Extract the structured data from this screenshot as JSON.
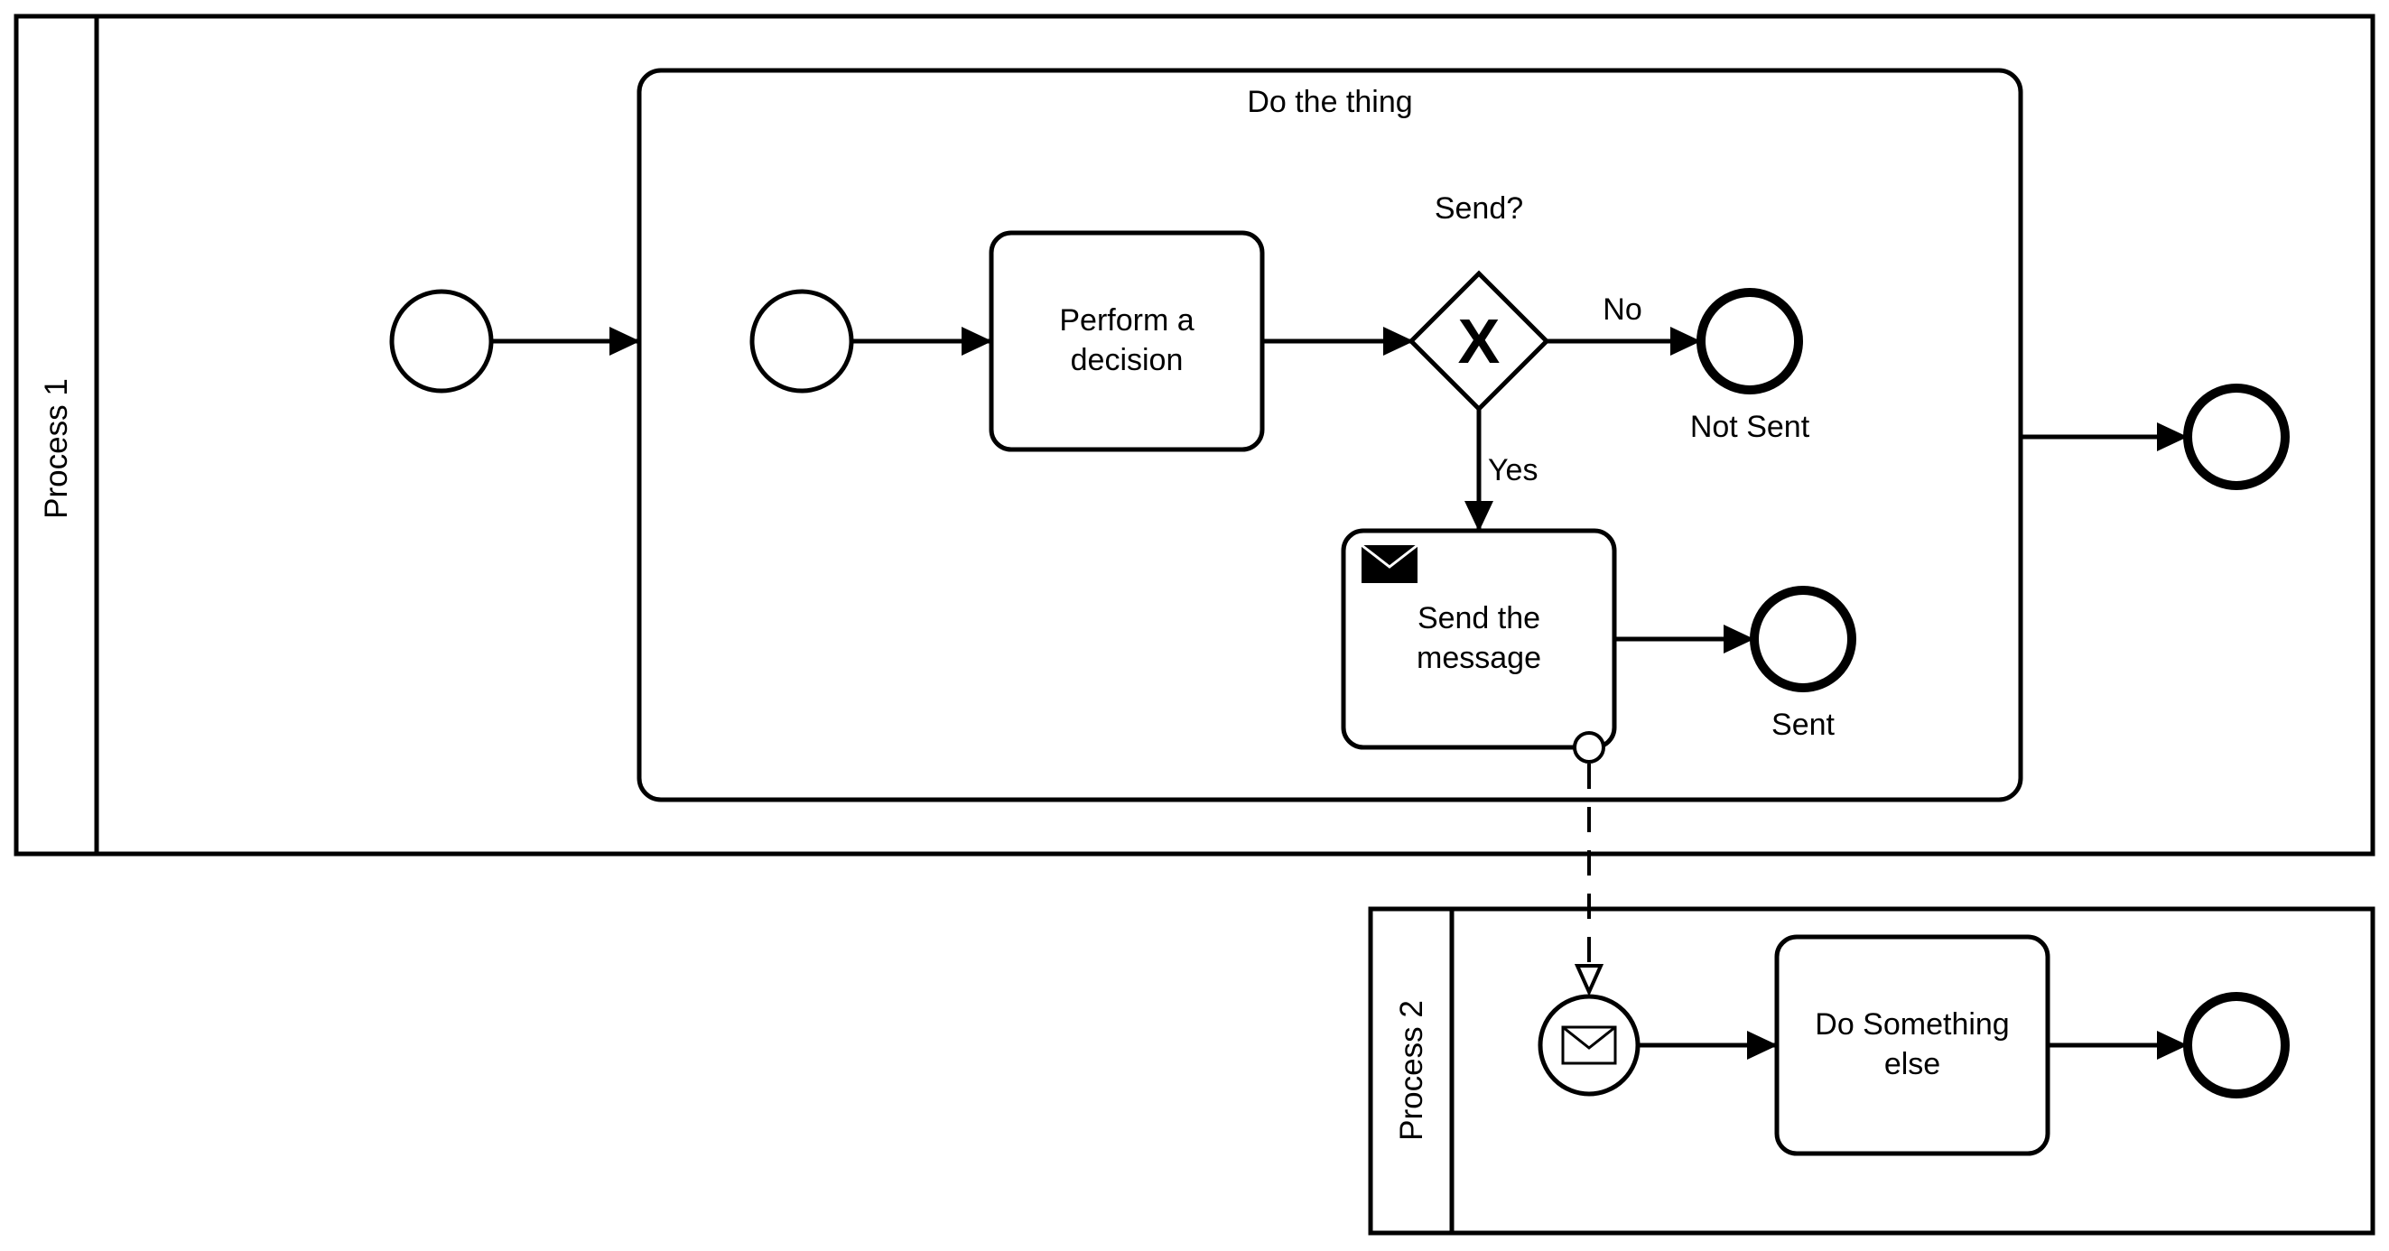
{
  "pools": [
    {
      "label": "Process 1"
    },
    {
      "label": "Process 2"
    }
  ],
  "subprocess": {
    "label": "Do the thing"
  },
  "tasks": {
    "perform_decision": {
      "line1": "Perform a",
      "line2": "decision"
    },
    "send_message": {
      "line1": "Send the",
      "line2": "message"
    },
    "do_something_else": {
      "line1": "Do Something",
      "line2": "else"
    }
  },
  "gateway": {
    "label": "Send?",
    "marker": "X"
  },
  "flow_labels": {
    "no": "No",
    "yes": "Yes"
  },
  "end_events": {
    "not_sent": "Not Sent",
    "sent": "Sent"
  },
  "icons": {
    "send_task": "filled-envelope-icon",
    "message_start": "envelope-icon",
    "boundary": "boundary-event-icon"
  },
  "colors": {
    "stroke": "#000000",
    "fill": "#ffffff"
  }
}
